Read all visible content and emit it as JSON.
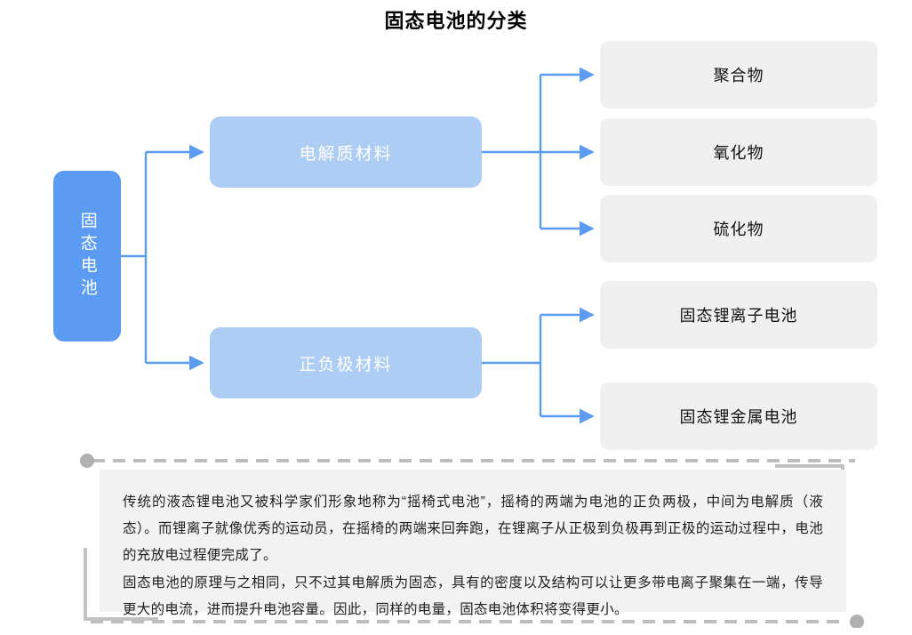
{
  "title": "固态电池的分类",
  "colors": {
    "root_box": "#5b9bf2",
    "level2_box": "#aecdf5",
    "leaf_box": "#f0f0f0",
    "connector": "#5b9bf2",
    "panel_bg": "#f2f2f2",
    "frame_accent": "#b3b3b3"
  },
  "diagram": {
    "type": "tree",
    "root": {
      "label": "固态电池"
    },
    "branches": [
      {
        "label": "电解质材料",
        "children": [
          {
            "label": "聚合物"
          },
          {
            "label": "氧化物"
          },
          {
            "label": "硫化物"
          }
        ]
      },
      {
        "label": "正负极材料",
        "children": [
          {
            "label": "固态锂离子电池"
          },
          {
            "label": "固态锂金属电池"
          }
        ]
      }
    ]
  },
  "footnote": {
    "paragraph_1": "传统的液态锂电池又被科学家们形象地称为“摇椅式电池”，摇椅的两端为电池的正负两极，中间为电解质（液态）。而锂离子就像优秀的运动员，在摇椅的两端来回奔跑，在锂离子从正极到负极再到正极的运动过程中，电池的充放电过程便完成了。",
    "paragraph_2": "固态电池的原理与之相同，只不过其电解质为固态，具有的密度以及结构可以让更多带电离子聚集在一端，传导更大的电流，进而提升电池容量。因此，同样的电量，固态电池体积将变得更小。"
  }
}
